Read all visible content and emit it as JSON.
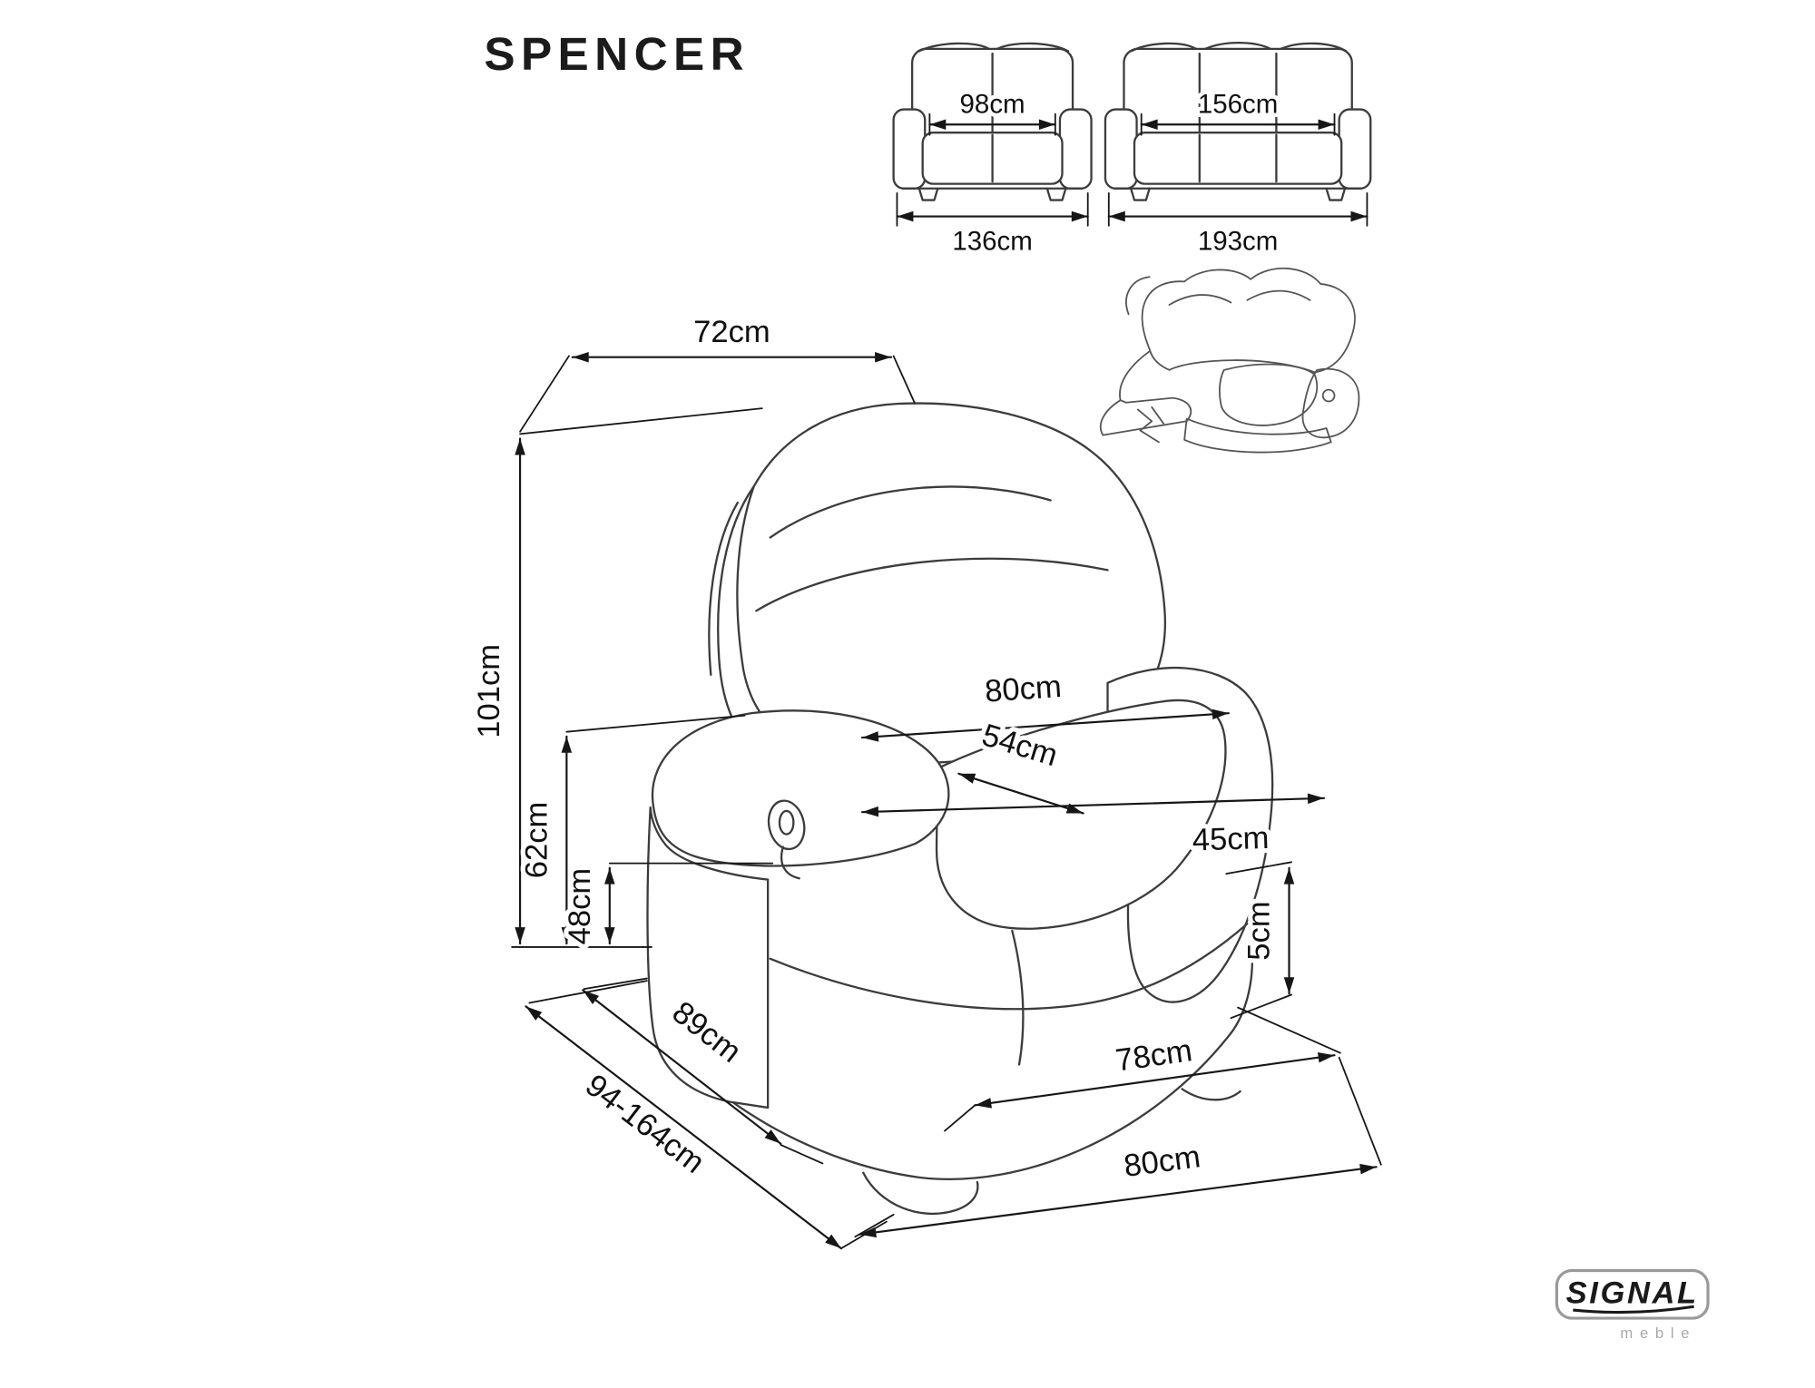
{
  "title": "SPENCER",
  "sofas": {
    "two_seater": {
      "inner_width": "98cm",
      "outer_width": "136cm"
    },
    "three_seater": {
      "inner_width": "156cm",
      "outer_width": "193cm"
    }
  },
  "dims": {
    "back_top_width": "72cm",
    "total_height": "101cm",
    "armrest_height": "62cm",
    "seat_height": "48cm",
    "width_upper": "80cm",
    "seat_width": "54cm",
    "seat_depth": "45cm",
    "clearance": "5cm",
    "depth": "89cm",
    "depth_reclined": "94-164cm",
    "base_width_inner": "78cm",
    "base_width_outer": "80cm"
  },
  "logo": {
    "brand": "SIGNAL",
    "sub": "meble"
  },
  "colors": {
    "line": "#161616",
    "sketch": "#3c3c3c",
    "logo_border": "#9a9a9a"
  }
}
